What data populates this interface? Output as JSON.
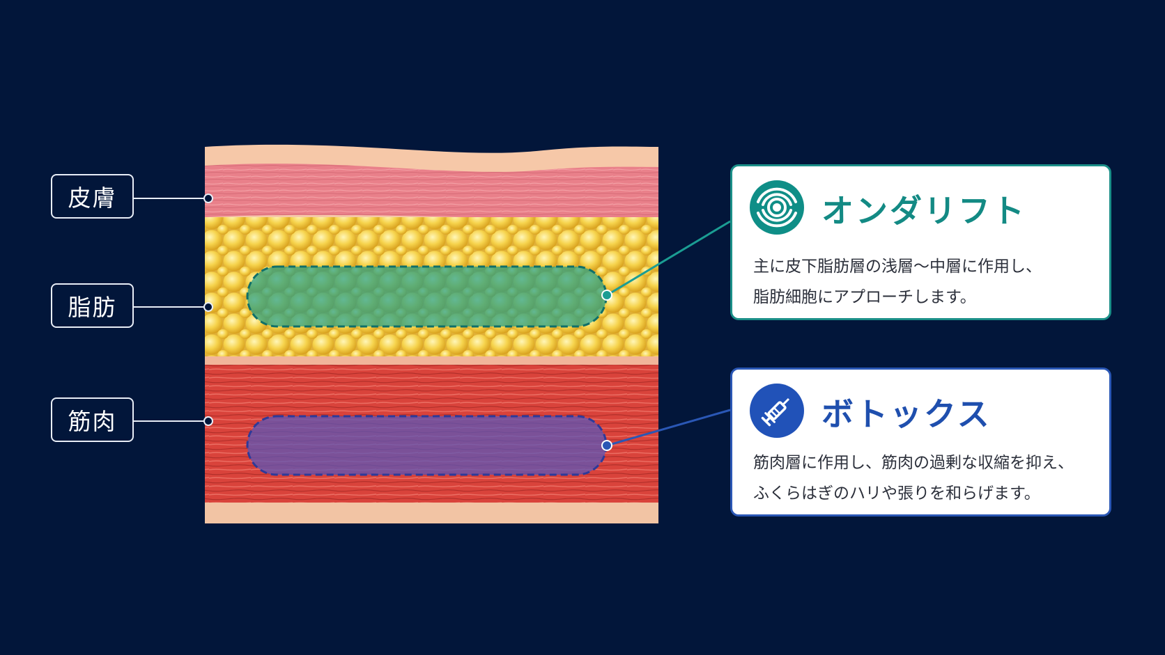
{
  "layers": [
    {
      "label": "皮膚"
    },
    {
      "label": "脂肪"
    },
    {
      "label": "筋肉"
    }
  ],
  "treatments": [
    {
      "title": "オンダリフト",
      "icon": "ultrasound-waves-icon",
      "color": "#138a84",
      "target_layer": "脂肪",
      "description": [
        "主に皮下脂肪層の浅層～中層に作用し、",
        "脂肪細胞にアプローチします。"
      ]
    },
    {
      "title": "ボトックス",
      "icon": "syringe-icon",
      "color": "#1f4fae",
      "target_layer": "筋肉",
      "description": [
        "筋肉層に作用し、筋肉の過剰な収縮を抑え、",
        "ふくらはぎのハリや張りを和らげます。"
      ]
    }
  ],
  "colors": {
    "background": "#02163a",
    "skin": "#e9818a",
    "fat": "#f2cc45",
    "muscle": "#d8453d",
    "ondalift_zone": "#25a085",
    "botox_zone": "#5b55b8"
  }
}
